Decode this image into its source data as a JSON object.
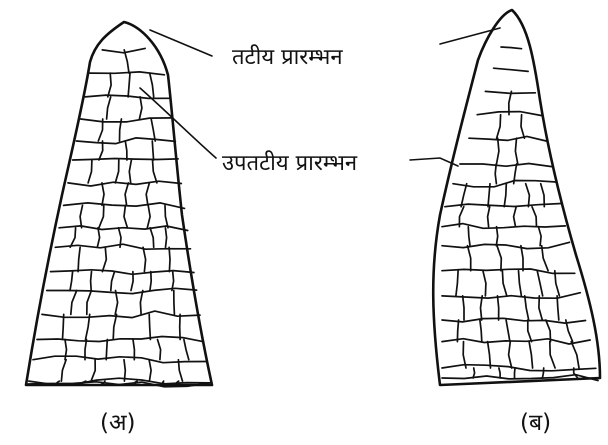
{
  "labels": {
    "marginal_initials": "तटीय प्रारम्भन",
    "submarginal_initials": "उपतटीय प्रारम्भन"
  },
  "panels": {
    "left": "(अ)",
    "right": "(ब)"
  }
}
